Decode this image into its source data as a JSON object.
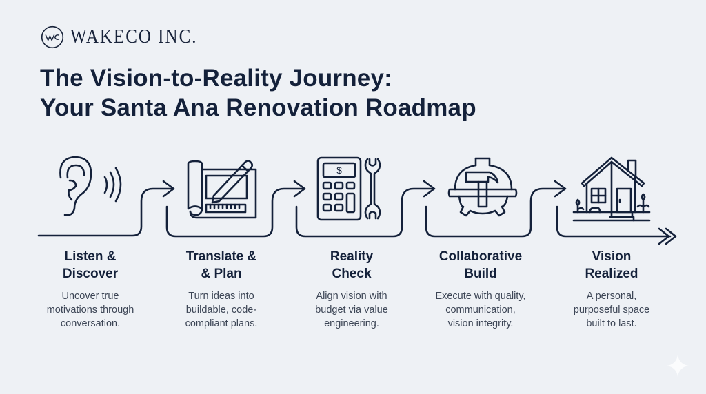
{
  "brand": {
    "logo_initials": "WC",
    "name": "WAKECO INC."
  },
  "title": {
    "line1": "The Vision-to-Reality Journey:",
    "line2": "Your Santa Ana Renovation Roadmap"
  },
  "colors": {
    "background": "#eef1f5",
    "ink": "#14213a",
    "body_text": "#3d4656"
  },
  "steps": [
    {
      "icon": "ear-listening-icon",
      "title_line1": "Listen &",
      "title_line2": "Discover",
      "desc_line1": "Uncover true",
      "desc_line2": "motivations through",
      "desc_line3": "conversation."
    },
    {
      "icon": "blueprint-pencil-icon",
      "title_line1": "Translate &",
      "title_line2": "& Plan",
      "desc_line1": "Turn ideas into",
      "desc_line2": "buildable, code-",
      "desc_line3": "compliant plans."
    },
    {
      "icon": "calculator-wrench-icon",
      "title_line1": "Reality",
      "title_line2": "Check",
      "desc_line1": "Align vision with",
      "desc_line2": "budget via value",
      "desc_line3": "engineering."
    },
    {
      "icon": "hardhat-hammer-gear-icon",
      "title_line1": "Collaborative",
      "title_line2": "Build",
      "desc_line1": "Execute with quality,",
      "desc_line2": "communication,",
      "desc_line3": "vision integrity."
    },
    {
      "icon": "house-icon",
      "title_line1": "Vision",
      "title_line2": "Realized",
      "desc_line1": "A personal,",
      "desc_line2": "purposeful space",
      "desc_line3": "built to last."
    }
  ]
}
